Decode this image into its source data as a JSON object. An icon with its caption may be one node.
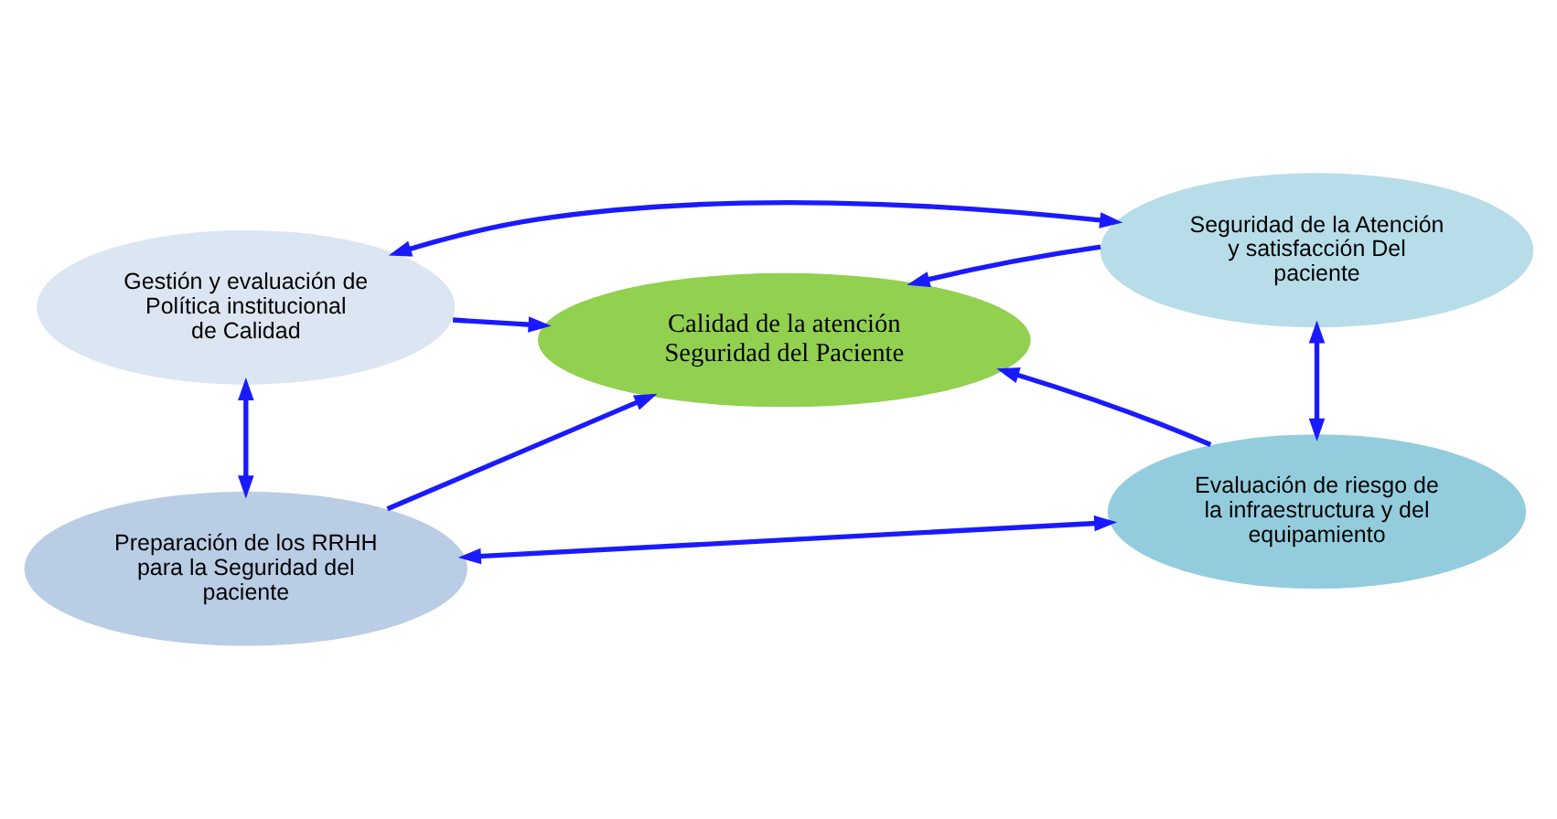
{
  "diagram": {
    "nodes": [
      {
        "text": [
          "Gestión y evaluación de Política institucional de Calidad"
        ]
      },
      {
        "text": [
          "Seguridad de la Atención y satisfacción Del paciente"
        ]
      },
      {
        "text": [
          "Calidad de la atención Seguridad del Paciente"
        ]
      },
      {
        "text": [
          "Preparación de los RRHH para la Seguridad del paciente"
        ]
      },
      {
        "text": [
          "Evaluación de riesgo de la infraestructura y del equipamiento"
        ]
      }
    ],
    "edges": [
      {
        "from": 0,
        "to": 1,
        "arrow": "both"
      },
      {
        "from": 0,
        "to": 2,
        "arrow": "to"
      },
      {
        "from": 1,
        "to": 2,
        "arrow": "to"
      },
      {
        "from": 0,
        "to": 3,
        "arrow": "both"
      },
      {
        "from": 1,
        "to": 4,
        "arrow": "both"
      },
      {
        "from": 3,
        "to": 2,
        "arrow": "to"
      },
      {
        "from": 4,
        "to": 2,
        "arrow": "to"
      },
      {
        "from": 3,
        "to": 4,
        "arrow": "both"
      }
    ]
  }
}
